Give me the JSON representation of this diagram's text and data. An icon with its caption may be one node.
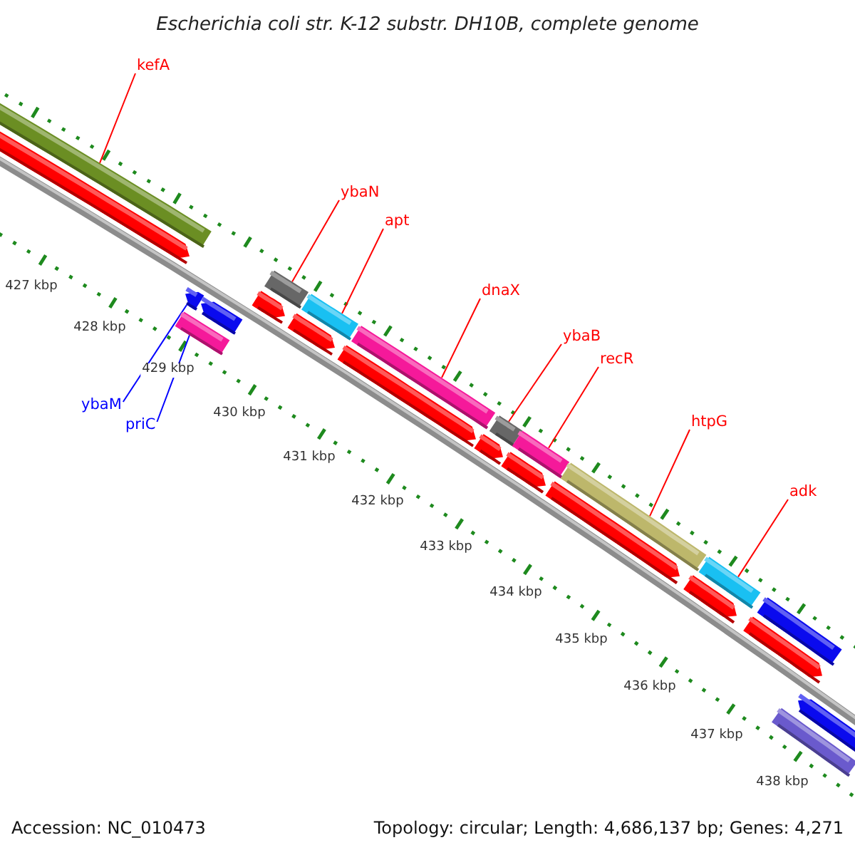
{
  "diagram": {
    "title": "Escherichia coli str. K-12 substr. DH10B, complete genome",
    "nodes": [
      {
        "text": [
          "kefA"
        ]
      },
      {
        "text": [
          "ybaN"
        ]
      },
      {
        "text": [
          "apt"
        ]
      },
      {
        "text": [
          "dnaX"
        ]
      },
      {
        "text": [
          "ybaB"
        ]
      },
      {
        "text": [
          "recR"
        ]
      },
      {
        "text": [
          "ybaM"
        ]
      },
      {
        "text": [
          "htpG"
        ]
      },
      {
        "text": [
          "priC"
        ]
      },
      {
        "text": [
          "adk"
        ]
      },
      {
        "text": [],
        "shape": "bar"
      },
      {
        "text": [],
        "shape": "bar"
      },
      {
        "text": [],
        "shape": "bar"
      },
      {
        "text": [],
        "shape": "bar"
      },
      {
        "text": [],
        "shape": "bar"
      },
      {
        "text": [],
        "shape": "bar"
      },
      {
        "text": [],
        "shape": "bar"
      },
      {
        "text": [],
        "shape": "bar"
      },
      {
        "text": [],
        "shape": "bar"
      },
      {
        "text": [],
        "shape": "bar"
      }
    ],
    "edges": [
      {
        "from": 0,
        "to": 10,
        "arrow": "none"
      },
      {
        "from": 1,
        "to": 11,
        "arrow": "none"
      },
      {
        "from": 2,
        "to": 12,
        "arrow": "none"
      },
      {
        "from": 3,
        "to": 13,
        "arrow": "none"
      },
      {
        "from": 4,
        "to": 14,
        "arrow": "none"
      },
      {
        "from": 5,
        "to": 15,
        "arrow": "none"
      },
      {
        "from": 6,
        "to": 16,
        "arrow": "none",
        "color": "#0000ff"
      },
      {
        "from": 7,
        "to": 17,
        "arrow": "none"
      },
      {
        "from": 8,
        "to": 18,
        "arrow": "none",
        "color": "#0000ff"
      },
      {
        "from": 9,
        "to": 19,
        "arrow": "none"
      }
    ],
    "labels": [
      "427 kbp",
      "428 kbp",
      "429 kbp",
      "430 kbp",
      "431 kbp",
      "432 kbp",
      "433 kbp",
      "434 kbp",
      "435 kbp",
      "436 kbp",
      "437 kbp",
      "438 kbp",
      "Accession: NC_010473",
      "Topology: circular; Length: 4,686,137 bp; Genes: 4,271"
    ]
  }
}
